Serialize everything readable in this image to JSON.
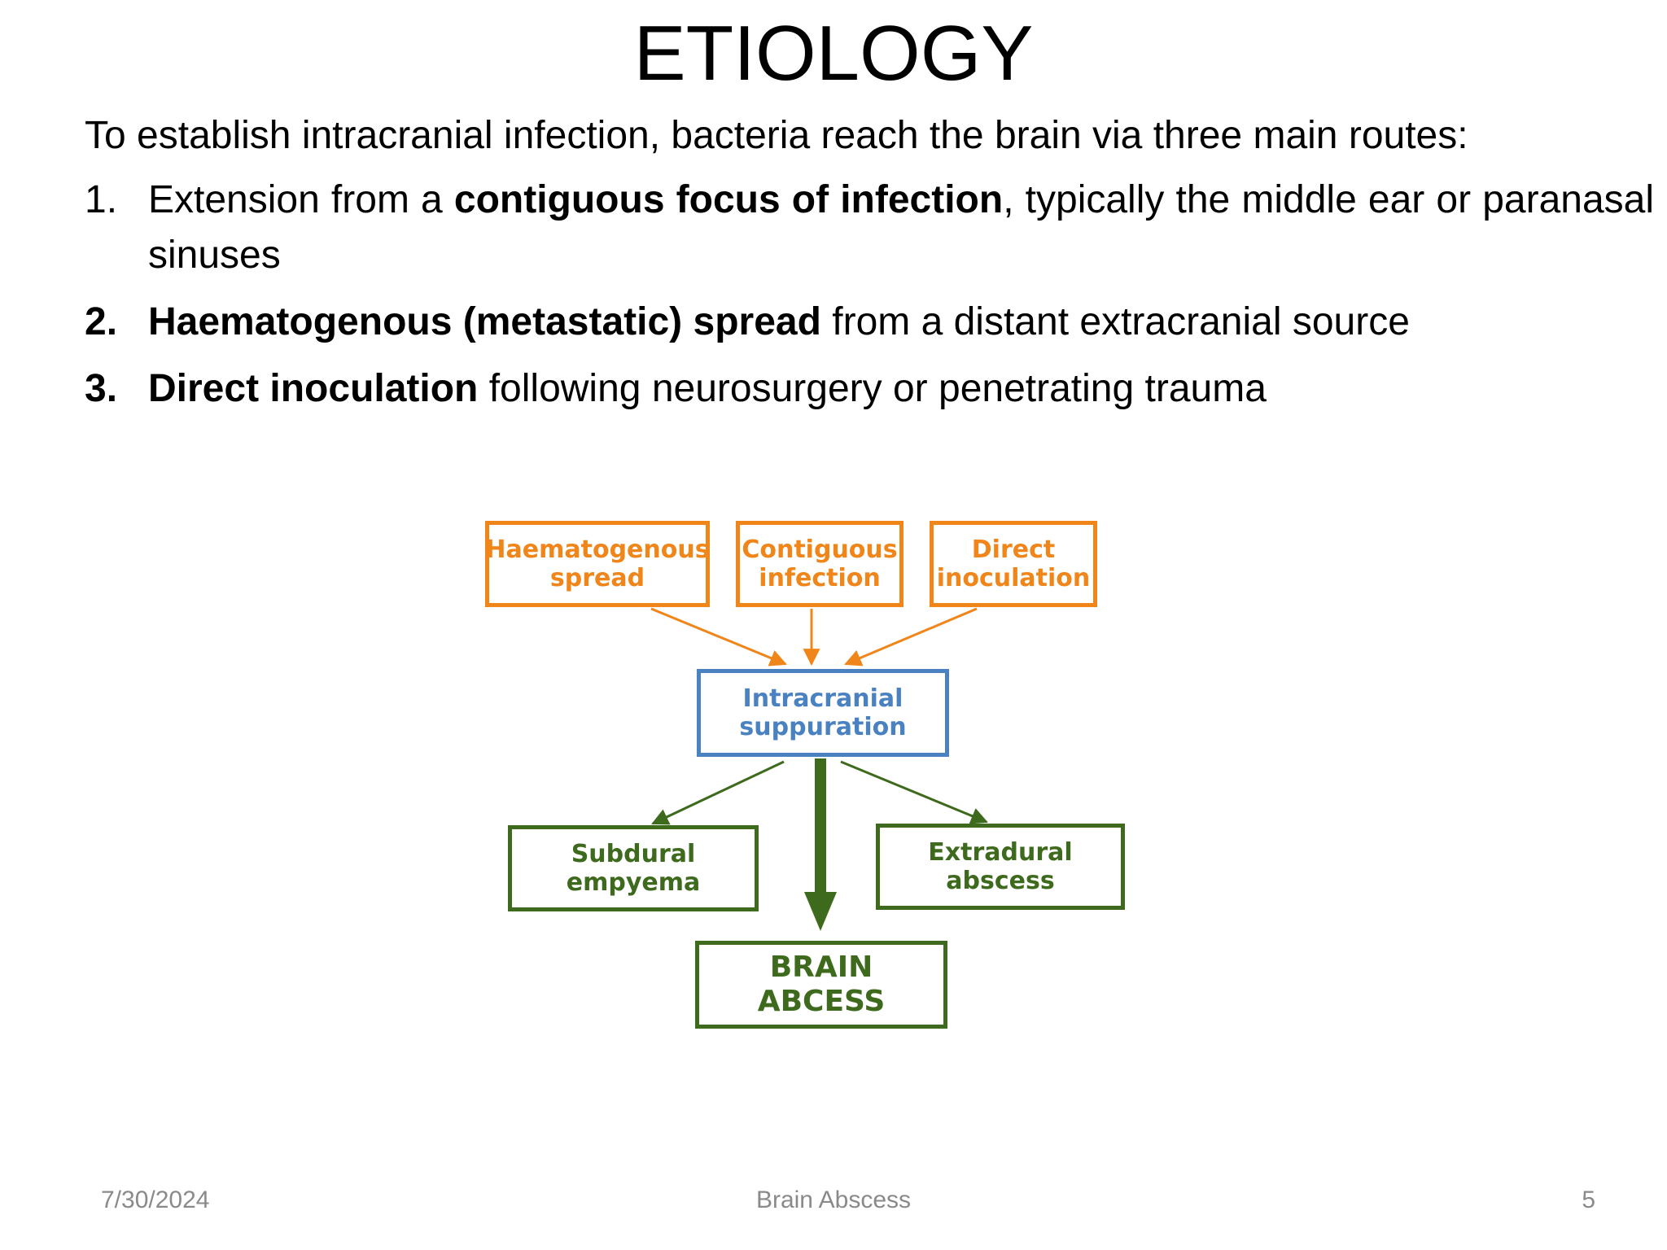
{
  "slide": {
    "title": "ETIOLOGY",
    "intro": "To establish intracranial infection, bacteria reach the brain via three main routes:",
    "routes": [
      {
        "num": "1.",
        "before": "Extension from a ",
        "bold": "contiguous focus of infection",
        "after": ", typically the middle ear or paranasal sinuses"
      },
      {
        "num": "2.",
        "bold": "Haematogenous (metastatic) spread",
        "after": " from a distant extracranial source"
      },
      {
        "num": "3.",
        "bold": "Direct inoculation",
        "after": " following neurosurgery or penetrating trauma"
      }
    ]
  },
  "diagram": {
    "sources": [
      {
        "label": "Haematogenous\nspread"
      },
      {
        "label": "Contiguous\ninfection"
      },
      {
        "label": "Direct\ninoculation"
      }
    ],
    "center": {
      "label": "Intracranial\nsuppuration"
    },
    "outcomes": [
      {
        "label": "Subdural\nempyema"
      },
      {
        "label": "Extradural\nabscess"
      }
    ],
    "final": {
      "label": "BRAIN\nABCESS"
    },
    "colors": {
      "source": "#f08519",
      "center": "#4a81c0",
      "outcome": "#3e6a1d"
    }
  },
  "footer": {
    "date": "7/30/2024",
    "title": "Brain Abscess",
    "page": "5"
  }
}
